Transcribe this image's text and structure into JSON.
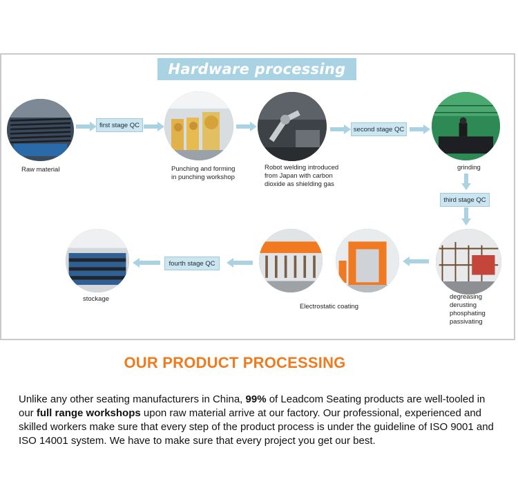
{
  "diagram": {
    "banner": "Hardware processing",
    "steps": {
      "raw_material": "Raw material",
      "punching": "Punching and forming\nin punching workshop",
      "welding": "Robot welding introduced\nfrom Japan with carbon\ndioxide as shielding gas",
      "grinding": "grinding",
      "degreasing": "degreasing\nderusting\nphosphating\npassivating",
      "coating": "Electrostatic coating",
      "stockage": "stockage"
    },
    "qc": {
      "first": "first stage QC",
      "second": "second stage QC",
      "third": "third stage QC",
      "fourth": "fourth stage QC"
    }
  },
  "section": {
    "title": "OUR PRODUCT PROCESSING",
    "para_1": "Unlike any other seating manufacturers in China,  ",
    "para_bold_1": "99%",
    "para_2": " of Leadcom Seating products are well-tooled in our ",
    "para_bold_2": "full range workshops",
    "para_3": " upon raw material arrive at our factory. Our professional, experienced and skilled workers make sure that every step of the product process is under the guideline of ISO 9001 and ISO 14001 system. We have to make sure that every project you get our best."
  },
  "colors": {
    "banner": "#a9d3e3",
    "qc_box": "#cbe6f0",
    "arrow": "#a9d3e3",
    "title": "#f07a1e"
  },
  "icons": [
    "raw-material-photo",
    "punching-photo",
    "welding-photo",
    "grinding-photo",
    "degreasing-photo",
    "coating-photo",
    "stockage-photo"
  ]
}
